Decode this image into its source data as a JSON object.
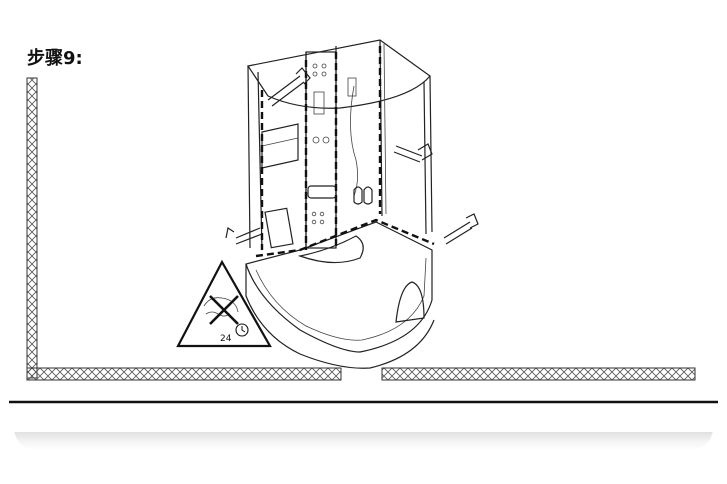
{
  "step": {
    "title": "步骤9:"
  },
  "warning": {
    "cure_hours": "24"
  },
  "icons": [
    "warning-triangle-icon",
    "no-water-icon",
    "clock-icon",
    "caulking-gun-icon",
    "shower-cabin-illustration"
  ],
  "colors": {
    "line": "#222222",
    "hatch": "#555555",
    "background": "#ffffff"
  }
}
